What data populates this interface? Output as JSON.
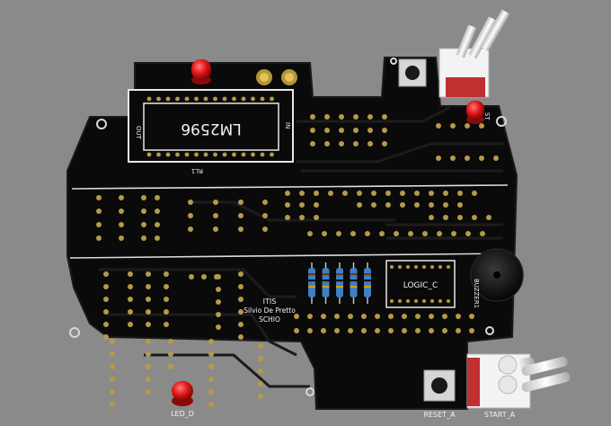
{
  "board": {
    "regulator_label": "LM2596",
    "regulator_ref": "RL1",
    "regulator_out": "OUT",
    "regulator_in": "IN",
    "school_line1": "ITIS",
    "school_line2": "Silvio De Pretto",
    "school_line3": "SCHIO",
    "led_d": "LED_D",
    "reset_a": "RESET_A",
    "start_a": "START_A",
    "buzzer": "BUZZER1",
    "logic_module": "LOGIC_C",
    "ref_bottom_right_led": "ST"
  },
  "colors": {
    "background": "#8a8a8a",
    "pcb": "#0a0a0a",
    "pad": "#b59a4a",
    "led": "#e01515",
    "resistor": "#3f7fc4",
    "silkscreen": "#f2f2f2",
    "switch_metal": "#e6e6e6"
  }
}
